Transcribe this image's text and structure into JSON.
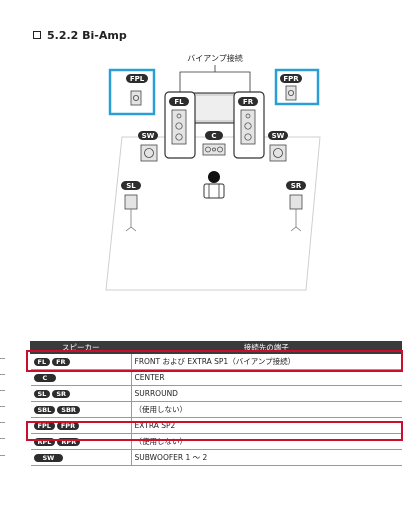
{
  "section": {
    "title": "5.2.2 Bi-Amp"
  },
  "diagram": {
    "callout": "バイアンプ接続",
    "labels": {
      "fpl": "FPL",
      "fpr": "FPR",
      "fl": "FL",
      "fr": "FR",
      "c": "C",
      "sw": "SW",
      "sl": "SL",
      "sr": "SR"
    },
    "highlight_color": "#2a9fd6"
  },
  "table": {
    "headers": [
      "スピーカー",
      "接続先の端子"
    ],
    "rows": [
      {
        "badges": [
          "FL",
          "FR"
        ],
        "terminal": "FRONT および EXTRA SP1（バイアンプ接続）",
        "highlighted": true
      },
      {
        "badges": [
          "C"
        ],
        "terminal": "CENTER",
        "highlighted": false
      },
      {
        "badges": [
          "SL",
          "SR"
        ],
        "terminal": "SURROUND",
        "highlighted": false
      },
      {
        "badges": [
          "SBL",
          "SBR"
        ],
        "terminal": "（使用しない）",
        "highlighted": false
      },
      {
        "badges": [
          "FPL",
          "FPR"
        ],
        "terminal": "EXTRA SP2",
        "highlighted": true
      },
      {
        "badges": [
          "RPL",
          "RPR"
        ],
        "terminal": "（使用しない）",
        "highlighted": false
      },
      {
        "badges": [
          "SW"
        ],
        "terminal": "SUBWOOFER 1 ～ 2",
        "highlighted": false
      }
    ],
    "highlight_color": "#c8102e"
  }
}
